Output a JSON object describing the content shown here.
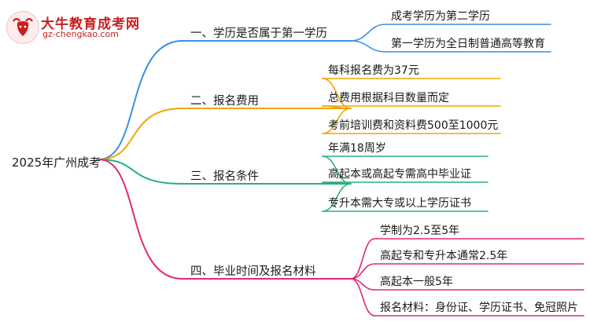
{
  "logo": {
    "title": "大牛教育成考网",
    "url": "gz-chengkao.com",
    "icon_name": "bull-head-logo"
  },
  "root": {
    "label": "2025年广州成考"
  },
  "colors": {
    "branch1": "#3b8ee8",
    "branch2": "#f0a500",
    "branch3": "#28b07a",
    "branch4": "#e0287a",
    "brand": "#c81f1f"
  },
  "branches": [
    {
      "label": "一、学历是否属于第一学历",
      "leaves": [
        "成考学历为第二学历",
        "第一学历为全日制普通高等教育"
      ]
    },
    {
      "label": "二、报名费用",
      "leaves": [
        "每科报名费为37元",
        "总费用根据科目数量而定",
        "考前培训费和资料费500至1000元"
      ]
    },
    {
      "label": "三、报名条件",
      "leaves": [
        "年满18周岁",
        "高起本或高起专需高中毕业证",
        "专升本需大专或以上学历证书"
      ]
    },
    {
      "label": "四、毕业时间及报名材料",
      "leaves": [
        "学制为2.5至5年",
        "高起专和专升本通常2.5年",
        "高起本一般5年",
        "报名材料：身份证、学历证书、免冠照片"
      ]
    }
  ]
}
